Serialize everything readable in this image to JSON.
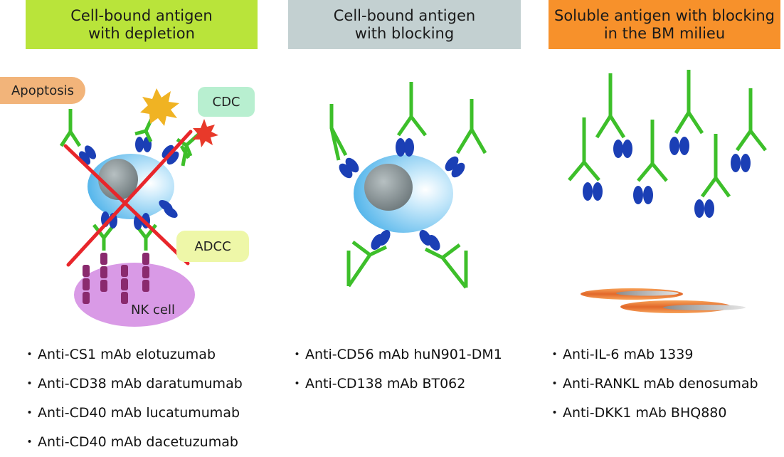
{
  "panels": [
    {
      "header_line1": "Cell-bound antigen",
      "header_line2": "with depletion",
      "header_color": "#b9e43a",
      "labels": {
        "apoptosis": "Apoptosis",
        "cdc": "CDC",
        "adcc": "ADCC",
        "nk_cell": "NK cell"
      },
      "items": [
        "Anti-CS1 mAb elotuzumab",
        "Anti-CD38 mAb daratumumab",
        "Anti-CD40 mAb lucatumumab",
        "Anti-CD40 mAb dacetuzumab"
      ]
    },
    {
      "header_line1": "Cell-bound antigen",
      "header_line2": "with blocking",
      "header_color": "#c3d0d1",
      "items": [
        "Anti-CD56 mAb huN901-DM1",
        "Anti-CD138 mAb BT062"
      ]
    },
    {
      "header_line1": "Soluble antigen with blocking",
      "header_line2": "in the BM milieu",
      "header_color": "#f7912b",
      "items": [
        "Anti-IL-6 mAb 1339",
        "Anti-RANKL mAb denosumab",
        "Anti-DKK1 mAb BHQ880"
      ]
    }
  ],
  "colors": {
    "antibody": "#3dbf2a",
    "antigen": "#1b3fb5",
    "cell": "#5ab8ea",
    "nucleus": "#7f8a8e",
    "receptor": "#8a2a6e",
    "nk_cell": "#d99ae6",
    "cross": "#e8262b",
    "apoptosis_bg": "#f2b47a",
    "cdc_bg": "#b8efd0",
    "adcc_bg": "#eef7a8",
    "burst_large": "#f0b323",
    "burst_small": "#e8392a"
  }
}
